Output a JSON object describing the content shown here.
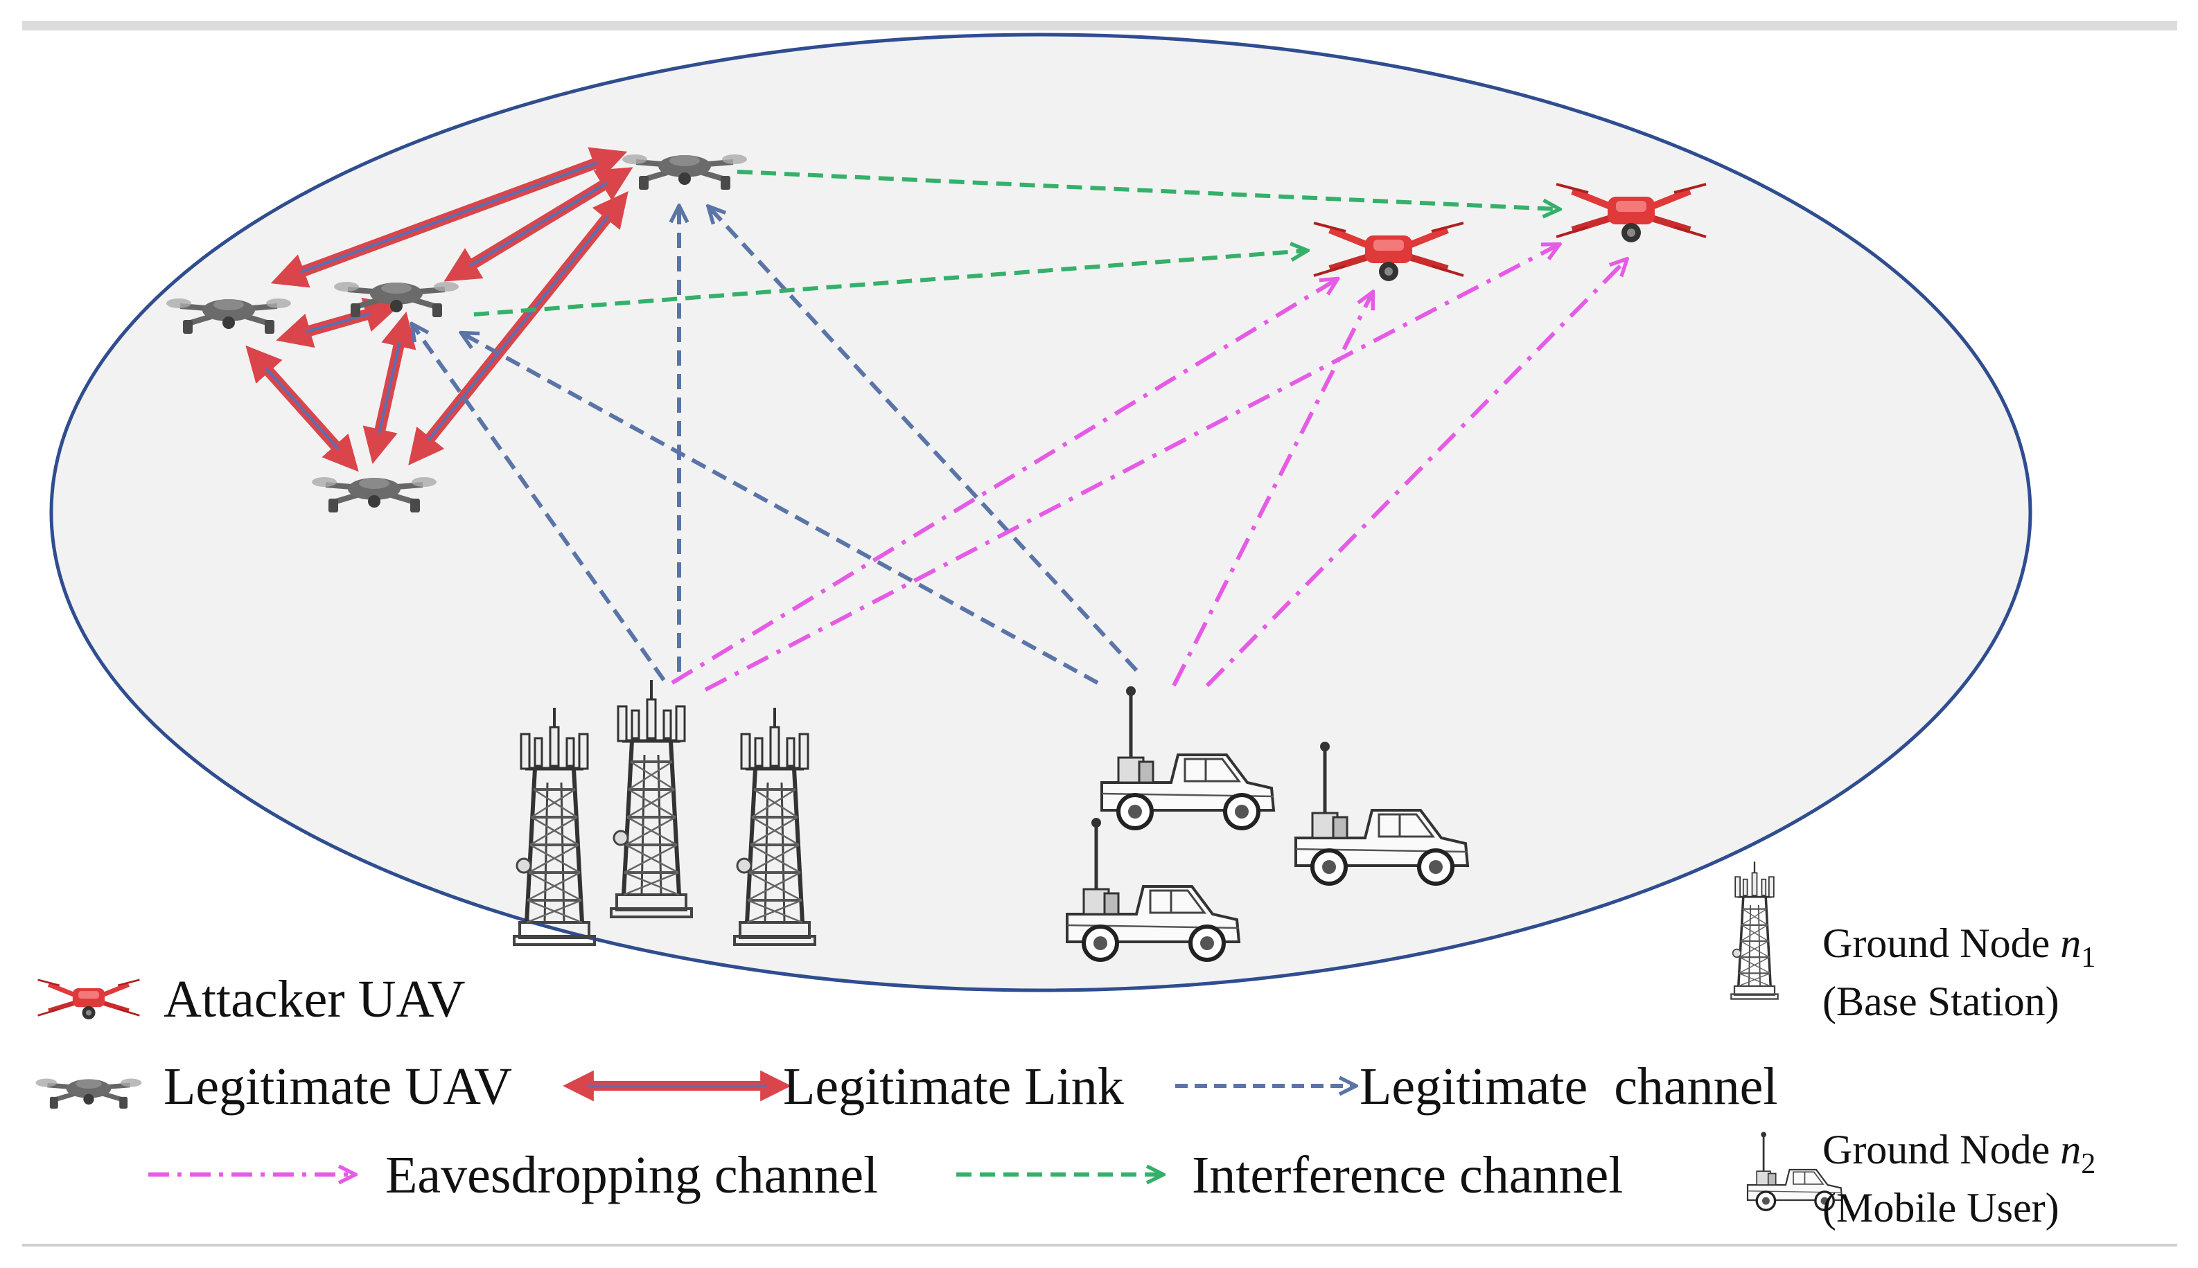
{
  "colors": {
    "ellipse_fill": "#f2f2f2",
    "ellipse_stroke": "#2f4d8f",
    "legitimate_link": "#d9454a",
    "legitimate_link_core": "#5b6fb3",
    "legitimate_channel": "#5a74a8",
    "eavesdropping_channel": "#e65be6",
    "interference_channel": "#35b06a",
    "attacker_uav": "#e0393a",
    "legitimate_uav": "#555555",
    "frame": "#cfcfcf"
  },
  "icons": {
    "attacker_uav": "red-quadcopter-drone-icon",
    "legitimate_uav": "gray-quadcopter-drone-icon",
    "base_station": "cell-tower-icon",
    "mobile_user": "pickup-truck-with-antenna-icon"
  },
  "legend": {
    "attacker_uav": "Attacker UAV",
    "legitimate_uav": "Legitimate UAV",
    "legitimate_link": "Legitimate Link",
    "legitimate_channel": "Legitimate  channel",
    "eavesdropping_channel": "Eavesdropping channel",
    "interference_channel": "Interference channel",
    "ground_node_1_prefix": "Ground Node ",
    "ground_node_1_var": "n",
    "ground_node_1_sub": "1",
    "ground_node_1_desc": "(Base Station)",
    "ground_node_2_prefix": "Ground Node ",
    "ground_node_2_var": "n",
    "ground_node_2_sub": "2",
    "ground_node_2_desc": "(Mobile User)"
  },
  "scene": {
    "legitimate_uavs": 4,
    "attacker_uavs": 2,
    "base_stations": 3,
    "mobile_users": 3
  }
}
